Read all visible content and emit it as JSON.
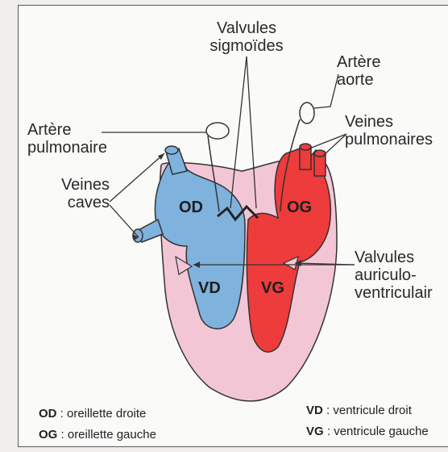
{
  "labels": {
    "valvules_sigmoides": [
      "Valvules",
      "sigmoïdes"
    ],
    "artere_aorte": [
      "Artère",
      "aorte"
    ],
    "artere_pulmonaire": [
      "Artère",
      "pulmonaire"
    ],
    "veines_pulmonaires": [
      "Veines",
      "pulmonaires"
    ],
    "veines_caves": [
      "Veines",
      "caves"
    ],
    "valvules_av": [
      "Valvules",
      "auriculo-",
      "ventriculair"
    ]
  },
  "chambers": {
    "od": "OD",
    "og": "OG",
    "vd": "VD",
    "vg": "VG"
  },
  "legend": [
    {
      "abbr": "OD",
      "text": " : oreillette droite"
    },
    {
      "abbr": "OG",
      "text": " : oreillette gauche"
    },
    {
      "abbr": "VD",
      "text": " : ventricule droit"
    },
    {
      "abbr": "VG",
      "text": " : ventricule gauche"
    }
  ],
  "colors": {
    "right_side": "#7fb2dd",
    "left_side": "#ee3b3b",
    "pericardium": "#f3c6d6"
  }
}
